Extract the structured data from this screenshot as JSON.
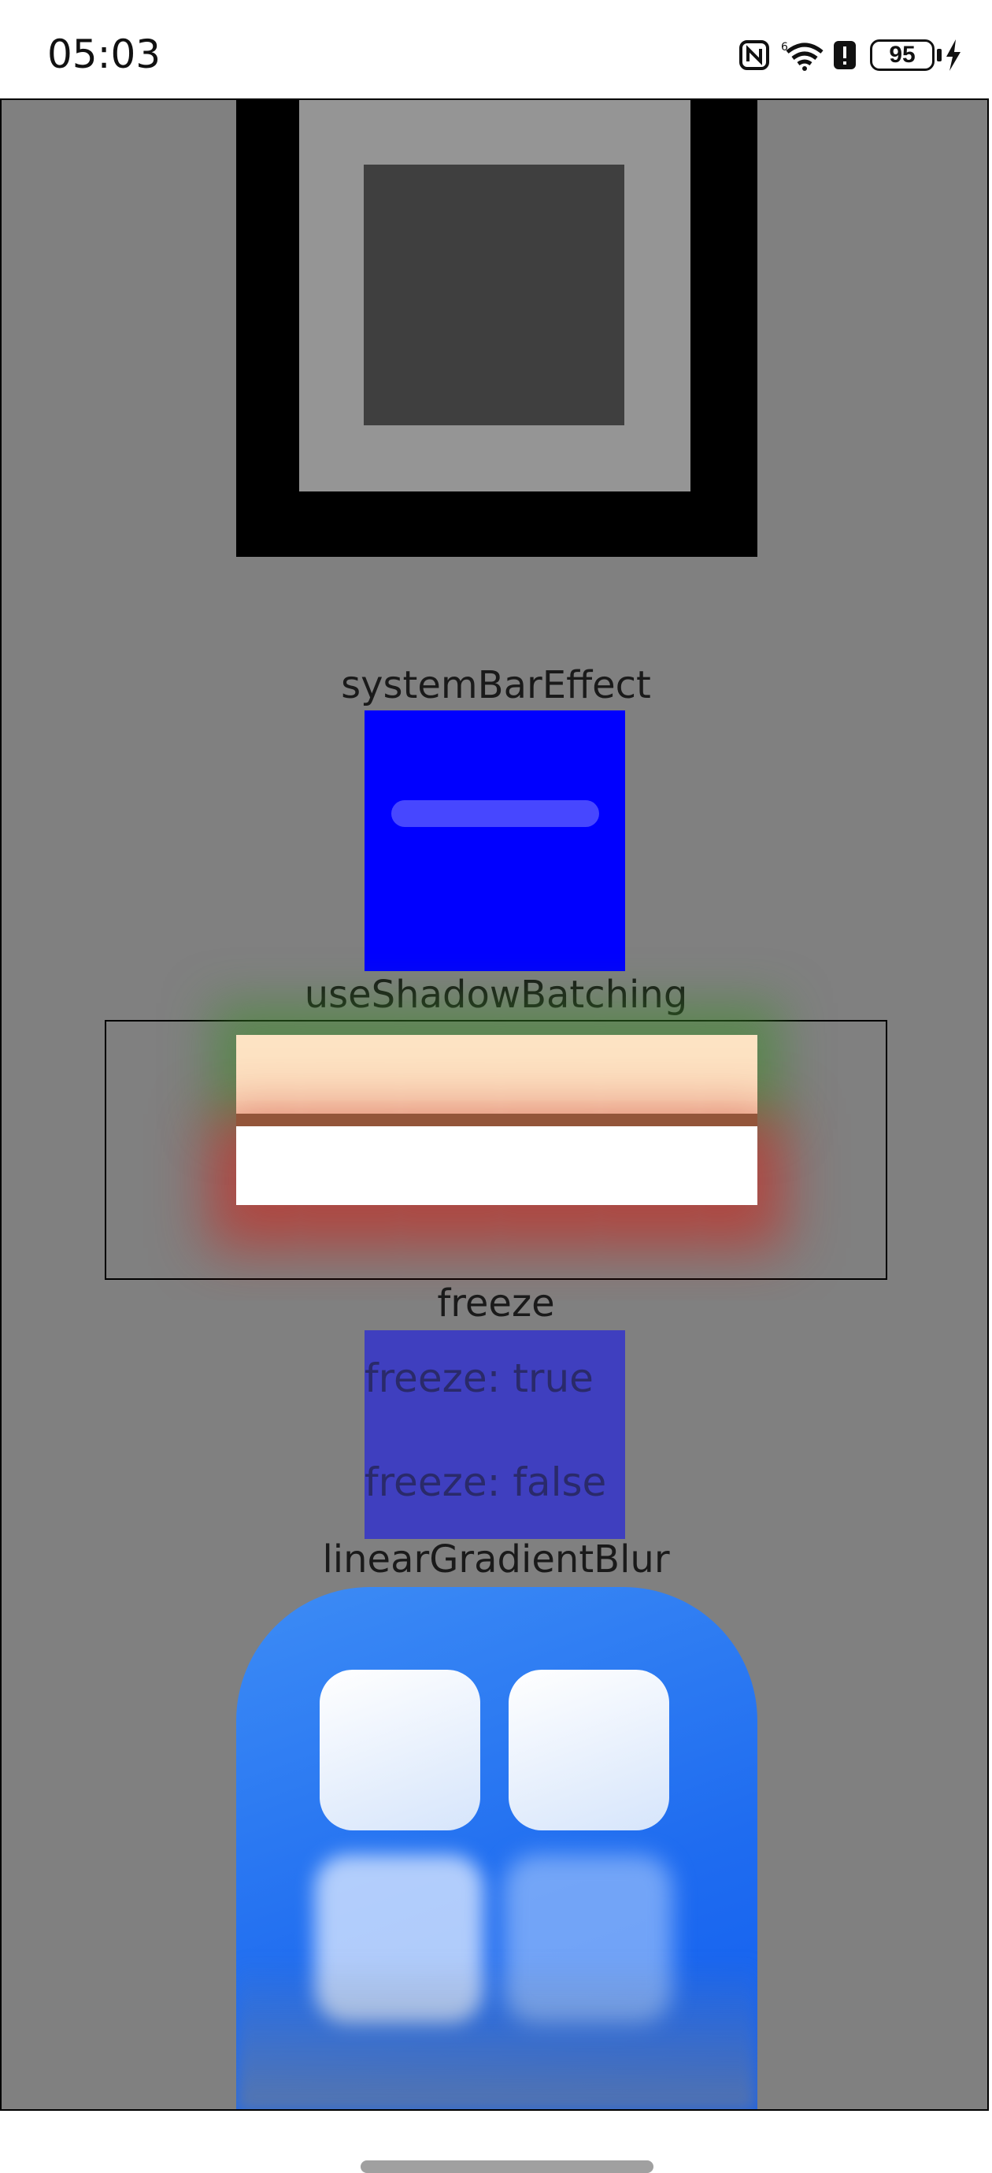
{
  "status_bar": {
    "time": "05:03",
    "battery_level": "95",
    "icons": [
      "nfc-icon",
      "wifi-icon",
      "alert-icon",
      "battery-icon",
      "charging-icon"
    ]
  },
  "sections": {
    "system_bar_effect": "systemBarEffect",
    "use_shadow_batching": "useShadowBatching",
    "freeze": "freeze",
    "freeze_true": "freeze: true",
    "freeze_false": "freeze: false",
    "linear_gradient_blur": "linearGradientBlur"
  },
  "colors": {
    "canvas": "#808080",
    "system_bar_box": "#0000ff",
    "freeze_box": "#3f3fbf",
    "app_icon": "#1f6cf0"
  }
}
